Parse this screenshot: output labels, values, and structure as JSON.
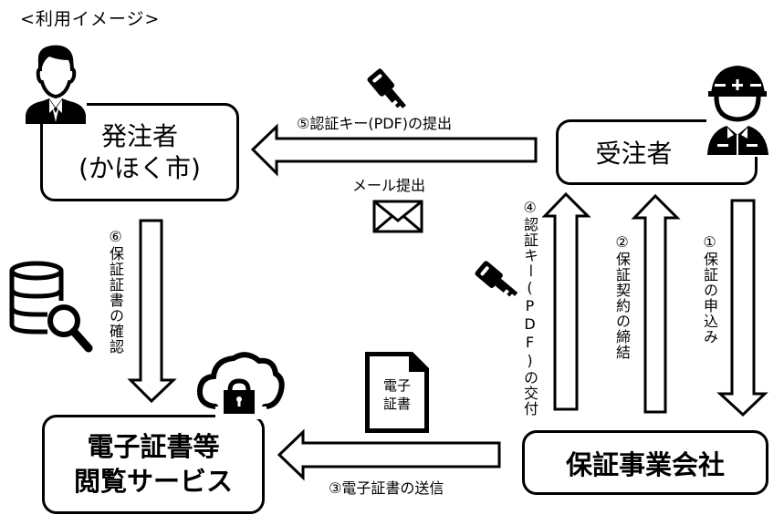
{
  "title": "<利用イメージ>",
  "nodes": {
    "orderer": {
      "line1": "発注者",
      "line2": "(かほく市)"
    },
    "contractor": {
      "line1": "受注者"
    },
    "guarantor": {
      "line1": "保証事業会社"
    },
    "viewer": {
      "line1": "電子証書等",
      "line2": "閲覧サービス"
    }
  },
  "steps": {
    "step1": "①保証の申込み",
    "step2": "②保証契約の締結",
    "step3": "③電子証書の送信",
    "step4": "④認証キー(PDF)の交付",
    "step5": "⑤認証キー(PDF)の提出",
    "step5_sub": "メール提出",
    "step6": "⑥保証証書の確認"
  },
  "document_icon": {
    "line1": "電子",
    "line2": "証書"
  },
  "icons": [
    "person-suit-icon",
    "worker-helmet-icon",
    "key-icon",
    "envelope-icon",
    "database-search-icon",
    "cloud-lock-icon",
    "document-icon"
  ]
}
